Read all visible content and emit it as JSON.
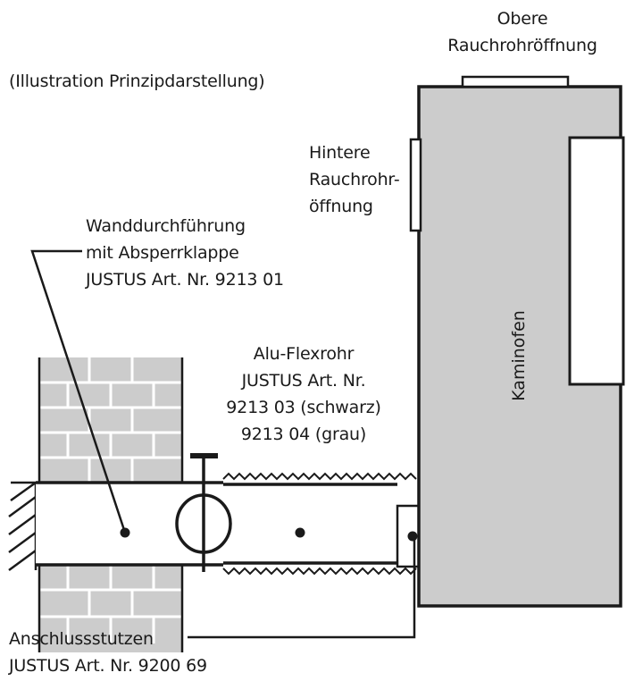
{
  "caption": "(Illustration Prinzipdarstellung)",
  "top_opening": [
    "Obere",
    "Rauchrohröffnung"
  ],
  "rear_opening": [
    "Hintere",
    "Rauchrohr-",
    "öffnung"
  ],
  "wall_feedthrough": [
    "Wanddurchführung",
    "mit Absperrklappe",
    "JUSTUS Art. Nr. 9213 01"
  ],
  "flex_pipe": [
    "Alu-Flexrohr",
    "JUSTUS Art. Nr.",
    "9213 03 (schwarz)",
    "9213 04 (grau)"
  ],
  "stove": "Kaminofen",
  "connector": [
    "Anschlussstutzen",
    "JUSTUS Art. Nr. 9200 69"
  ],
  "colors": {
    "stove_fill": "#cccccc",
    "line": "#1a1a1a",
    "background": "#ffffff"
  }
}
